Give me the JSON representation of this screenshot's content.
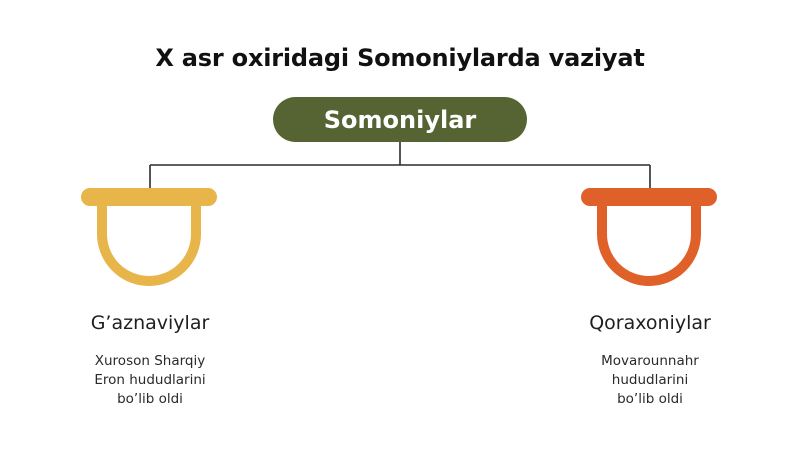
{
  "title": "X asr oxiridagi Somoniylarda vaziyat",
  "root": {
    "label": "Somoniylar"
  },
  "branches": [
    {
      "name": "G’aznaviylar",
      "description": [
        "Xuroson Sharqiy",
        "Eron hududlarini",
        "bo’lib oldi"
      ]
    },
    {
      "name": "Qoraxoniylar",
      "description": [
        "Movarounnahr",
        "hududlarini",
        "bo’lib oldi"
      ]
    }
  ],
  "colors": {
    "root": "#566332",
    "left_branch": "#E8B54A",
    "right_branch": "#E0602A",
    "connector": "#2b2b2b"
  },
  "icons": [
    "u-shape-cup-icon",
    "u-shape-cup-icon"
  ]
}
